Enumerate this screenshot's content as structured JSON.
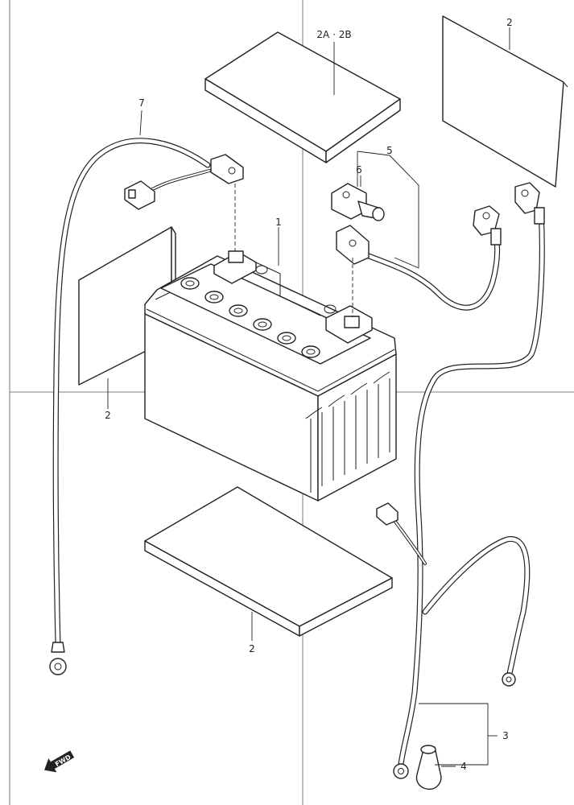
{
  "labels": {
    "p1": "1",
    "p2a2b": "2A · 2B",
    "p2_top_right": "2",
    "p2_left": "2",
    "p2_bottom": "2",
    "p3": "3",
    "p4": "4",
    "p5": "5",
    "p6": "6",
    "p7": "7"
  },
  "direction_badge": {
    "text": "FWD",
    "icon": "forward-arrow-icon"
  }
}
